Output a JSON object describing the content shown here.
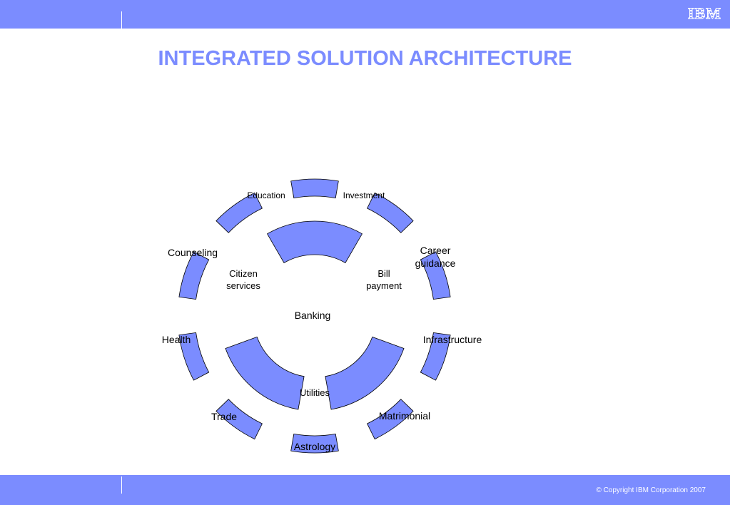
{
  "header": {
    "logo_text": "IBM"
  },
  "title": "INTEGRATED SOLUTION ARCHITECTURE",
  "footer": {
    "copyright": "© Copyright IBM Corporation 2007"
  },
  "diagram": {
    "outer_ring": [
      "Education",
      "Investment",
      "Career guidance",
      "Infrastructure",
      "Matrimonial",
      "Astrology",
      "Trade",
      "Health",
      "Counseling"
    ],
    "inner_ring": [
      "Citizen services",
      "Bill payment",
      "Utilities"
    ],
    "center": "Banking"
  },
  "colors": {
    "accent": "#7b8cff",
    "background": "#ffffff",
    "text": "#000000"
  }
}
